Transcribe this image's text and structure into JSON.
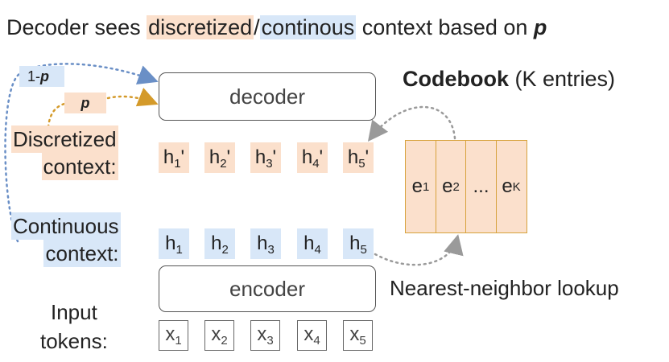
{
  "title": {
    "prefix": "Decoder sees ",
    "discretized": "discretized",
    "slash": "/",
    "continuous": "continous",
    "middle": " context based on ",
    "p": "p"
  },
  "decoder_label": "decoder",
  "encoder_label": "encoder",
  "prob": {
    "continuous_prefix": "1-",
    "continuous_p": "p",
    "discrete_p": "p"
  },
  "labels": {
    "discretized_line1": "Discretized",
    "discretized_line2": "context:",
    "continuous_line1": "Continuous",
    "continuous_line2": "context:",
    "input_line1": "Input",
    "input_line2": "tokens:"
  },
  "discretized_tokens": [
    {
      "base": "h",
      "sub": "1",
      "sup": "'"
    },
    {
      "base": "h",
      "sub": "2",
      "sup": "'"
    },
    {
      "base": "h",
      "sub": "3",
      "sup": "'"
    },
    {
      "base": "h",
      "sub": "4",
      "sup": "'"
    },
    {
      "base": "h",
      "sub": "5",
      "sup": "'"
    }
  ],
  "continuous_tokens": [
    {
      "base": "h",
      "sub": "1"
    },
    {
      "base": "h",
      "sub": "2"
    },
    {
      "base": "h",
      "sub": "3"
    },
    {
      "base": "h",
      "sub": "4"
    },
    {
      "base": "h",
      "sub": "5"
    }
  ],
  "input_tokens": [
    {
      "base": "x",
      "sub": "1"
    },
    {
      "base": "x",
      "sub": "2"
    },
    {
      "base": "x",
      "sub": "3"
    },
    {
      "base": "x",
      "sub": "4"
    },
    {
      "base": "x",
      "sub": "5"
    }
  ],
  "codebook": {
    "title_bold": "Codebook",
    "title_rest": " (K entries)",
    "entries": [
      {
        "base": "e",
        "sub": "1"
      },
      {
        "base": "e",
        "sub": "2"
      },
      {
        "base": "...",
        "sub": ""
      },
      {
        "base": "e",
        "sub": "K"
      }
    ]
  },
  "nn_label": "Nearest-neighbor lookup",
  "colors": {
    "orange_fill": "#fbe0cc",
    "blue_fill": "#d8e7f8",
    "codebook_border": "#d7a23c",
    "blue_arrow": "#6a8fc6",
    "orange_arrow": "#d49a2a",
    "gray_arrow": "#9a9a9a"
  }
}
